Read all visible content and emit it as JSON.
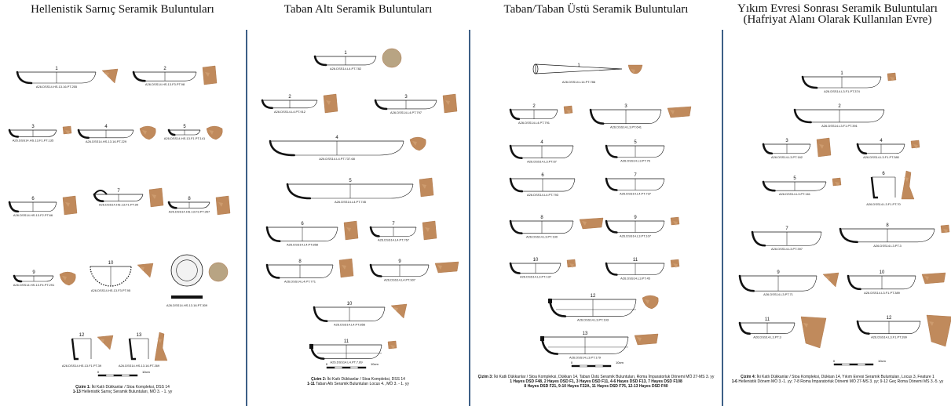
{
  "panels": [
    {
      "title": "Hellenistik Sarnıç Seramik Buluntuları",
      "caption_label": "Çizim 1:",
      "caption_line1": " İki Katlı Dükkanlar / Stoa Kompleksi, DSS 14",
      "caption_line2_label": "1-13",
      "caption_line2": " Hellenistik Sarnıç Seramik Buluntuları, MÖ 3. - 1. yy",
      "scale_zero": "0",
      "scale_end": "10cm",
      "items": [
        {
          "n": "1",
          "code": "A26.DSS14.HS.13.16.PT.255"
        },
        {
          "n": "2",
          "code": "A26.DSS14.HS.13.F3.PT.98"
        },
        {
          "n": "3",
          "code": "A26.DSS14.HS.13.F1.PT.135"
        },
        {
          "n": "4",
          "code": "A26.DSS14.HS.13.16.PT.229"
        },
        {
          "n": "5",
          "code": "A26.DSS14.HS.13.F1.PT.141"
        },
        {
          "n": "6",
          "code": "A26.DSS14.HS.13.F2.PT.66"
        },
        {
          "n": "7",
          "code": "A26.DSS14.HS.13.F1.PT.90"
        },
        {
          "n": "8",
          "code": "A26.DSS14.HS.13.F3.PT.357"
        },
        {
          "n": "9",
          "code": "A26.DSS14.HS.13.F4.PT.291"
        },
        {
          "n": "10",
          "code": "A26.DSS14.HS.13.F3.PT.95"
        },
        {
          "n": "11",
          "code": "A26.DSS14.HS.13.16.PT.309"
        },
        {
          "n": "12",
          "code": "A26.DSS14.HS.13.F1.PT.39"
        },
        {
          "n": "13",
          "code": "A26.DSS14.HS.13.16.PT.269"
        }
      ]
    },
    {
      "title": "Taban Altı Seramik Buluntuları",
      "caption_label": "Çizim 2:",
      "caption_line1": " İki Katlı Dükkanlar / Stoa Kompleksi, DSS 14",
      "caption_line2_label": "1-11",
      "caption_line2": " Taban Altı Seramik Buluntuları Locus 4., MÖ 3. - 1. yy",
      "scale_zero": "0",
      "scale_end": "10cm",
      "items": [
        {
          "n": "1",
          "code": "A26.DSS14.L4.PT.782"
        },
        {
          "n": "2",
          "code": "A26.DSS14.L4.PT.912"
        },
        {
          "n": "3",
          "code": "A26.DSS14.L4.PT.797"
        },
        {
          "n": "4",
          "code": "A26.DSS14.L4.PT.737.68"
        },
        {
          "n": "5",
          "code": "A26.DSS14.L4.PT.745"
        },
        {
          "n": "6",
          "code": "A26.DSS14.L4.PT.858"
        },
        {
          "n": "7",
          "code": "A26.DSS14.L4.PT.767"
        },
        {
          "n": "8",
          "code": "A26.DSS14.L4.PT.771"
        },
        {
          "n": "9",
          "code": "A26.DSS14.L4.PT.907"
        },
        {
          "n": "10",
          "code": "A26.DSS14.L4.PT.856"
        },
        {
          "n": "11",
          "code": "A26.DSS14.L4.PT.7.89"
        }
      ]
    },
    {
      "title": "Taban/Taban Üstü Seramik Buluntuları",
      "caption_label": "Çizim 3:",
      "caption_line1": " İki Katlı Dükkanlar / Stoa Kompleksi, Dükkan 14, Taban Üstü Seramik Buluntuları, Roma İmparatorluk Dönemi MÖ 27-MS 3. yy",
      "caption_line2_label": "",
      "caption_line2": "1 Hayes DSD F48, 2 Hayes DSD F1, 3 Hayes DSD F11, 4-6 Hayes DSD F13, 7 Hayes DSD F108",
      "caption_line3": "8 Hayes DSD F21, 9-10 Hayes F22A, 11 Hayes DSD F76, 12-13 Hayes DSD F40",
      "scale_zero": "0",
      "scale_end": "10cm",
      "items": [
        {
          "n": "1",
          "code": "A26.DSS14.L14.PT.786"
        },
        {
          "n": "2",
          "code": "A26.DSS14.L4.PT.791"
        },
        {
          "n": "3",
          "code": "A26.DSS14.L3.PT.641"
        },
        {
          "n": "4",
          "code": "A26.DSS14.L3.PT.67"
        },
        {
          "n": "5",
          "code": "A26.DSS14.L3.PT.76"
        },
        {
          "n": "6",
          "code": "A26.DSS14.L4.PT.793"
        },
        {
          "n": "7",
          "code": "A26.DSS14.L4.PT.737"
        },
        {
          "n": "8",
          "code": "A26.DSS14.L3.PT.190"
        },
        {
          "n": "9",
          "code": "A26.DSS14.L3.PT.107"
        },
        {
          "n": "10",
          "code": "A26.DSS14.L3.PT.137"
        },
        {
          "n": "11",
          "code": "A26.DSS14.L3.PT.45"
        },
        {
          "n": "12",
          "code": "A26.DSS14.L3.PT.193"
        },
        {
          "n": "13",
          "code": "A26.DSS14.L3.PT.179"
        }
      ]
    },
    {
      "title": "Yıkım Evresi Sonrası Seramik Buluntuları\n(Hafriyat Alanı Olarak Kullanılan Evre)",
      "caption_label": "Çizim 4:",
      "caption_line1": " İki Katlı Dükkanlar / Stoa Kompleksi, Dükkan 14, Yıkım Evresi Seramik Buluntuları, Locus 3, Feature 1",
      "caption_line2_label": "1-6",
      "caption_line2": " Hellenistik Dönem MÖ 3.-1. yy; 7-8 Roma İmparatorluk Dönemi MÖ 27-MS 3. yy; 9-12 Geç Roma Dönemi MS 3.-5. yy",
      "scale_zero": "0",
      "scale_end": "10cm",
      "items": [
        {
          "n": "1",
          "code": "A26.DSS14.L3.F1.PT.374"
        },
        {
          "n": "2",
          "code": "A26.DSS14.L3.F1.PT.391"
        },
        {
          "n": "3",
          "code": "A26.DSS14.L3.PT.162"
        },
        {
          "n": "4",
          "code": "A26.DSS14.L3.F1.PT.380"
        },
        {
          "n": "5",
          "code": "A26.DSS14.L3.PT.161"
        },
        {
          "n": "6",
          "code": "A26.DSS14.L3.F1.PT.70"
        },
        {
          "n": "7",
          "code": "A26.DSS14.L3.PT.397"
        },
        {
          "n": "8",
          "code": "A26.DSS14.L3.PT.3"
        },
        {
          "n": "9",
          "code": "A26.DSS14.L3.PT.71"
        },
        {
          "n": "10",
          "code": "A26.DSS14.L3.F1.PT.389"
        },
        {
          "n": "11",
          "code": "A26.DSS14.L3.PT.3"
        },
        {
          "n": "12",
          "code": "A26.DSS14.L3.F1.PT.399"
        }
      ]
    }
  ],
  "colors": {
    "divider": "#3d5f86",
    "sherd": "#c08a5c",
    "sherd_dark": "#a86e40",
    "sherd_light": "#d6a77a",
    "line": "#111111"
  }
}
